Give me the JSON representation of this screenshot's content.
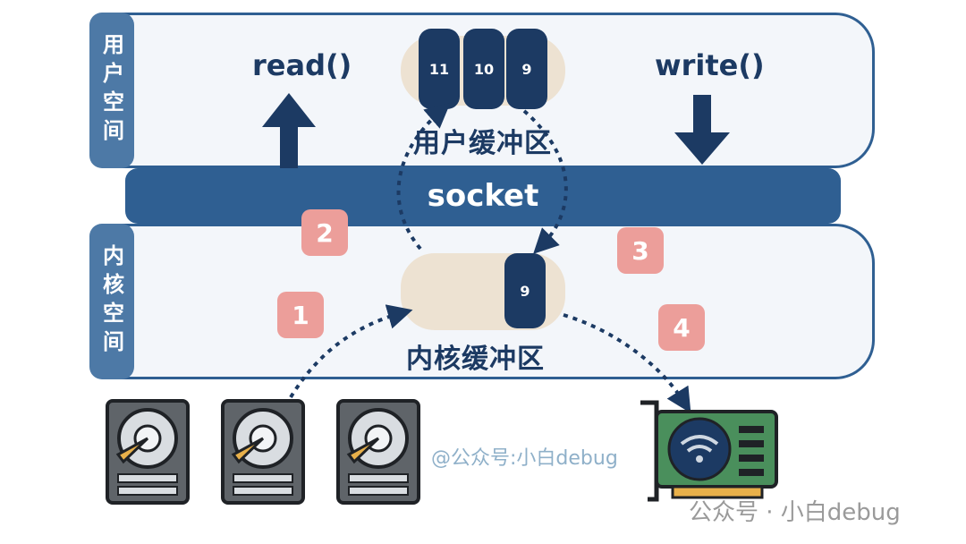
{
  "user_space": {
    "label": "用户空间"
  },
  "kernel_space": {
    "label": "内核空间"
  },
  "socket": {
    "label": "socket"
  },
  "read": {
    "label": "read()"
  },
  "write": {
    "label": "write()"
  },
  "user_buffer": {
    "label": "用户缓冲区",
    "cells": [
      "11",
      "10",
      "9"
    ]
  },
  "kernel_buffer": {
    "label": "内核缓冲区",
    "cells": [
      "9"
    ]
  },
  "steps": [
    "1",
    "2",
    "3",
    "4"
  ],
  "watermark": {
    "center": "@公众号:小白debug",
    "corner": "公众号 · 小白debug"
  },
  "colors": {
    "navy": "#1c3a63",
    "blue": "#2f5f92",
    "badge": "#ec9e9a",
    "buffer": "#ede2d2",
    "nic_green": "#4a8f5c"
  },
  "icons": {
    "disk": "hard-disk-icon",
    "nic": "network-card-icon",
    "arrow_up": "arrow-up-icon",
    "arrow_down": "arrow-down-icon"
  }
}
